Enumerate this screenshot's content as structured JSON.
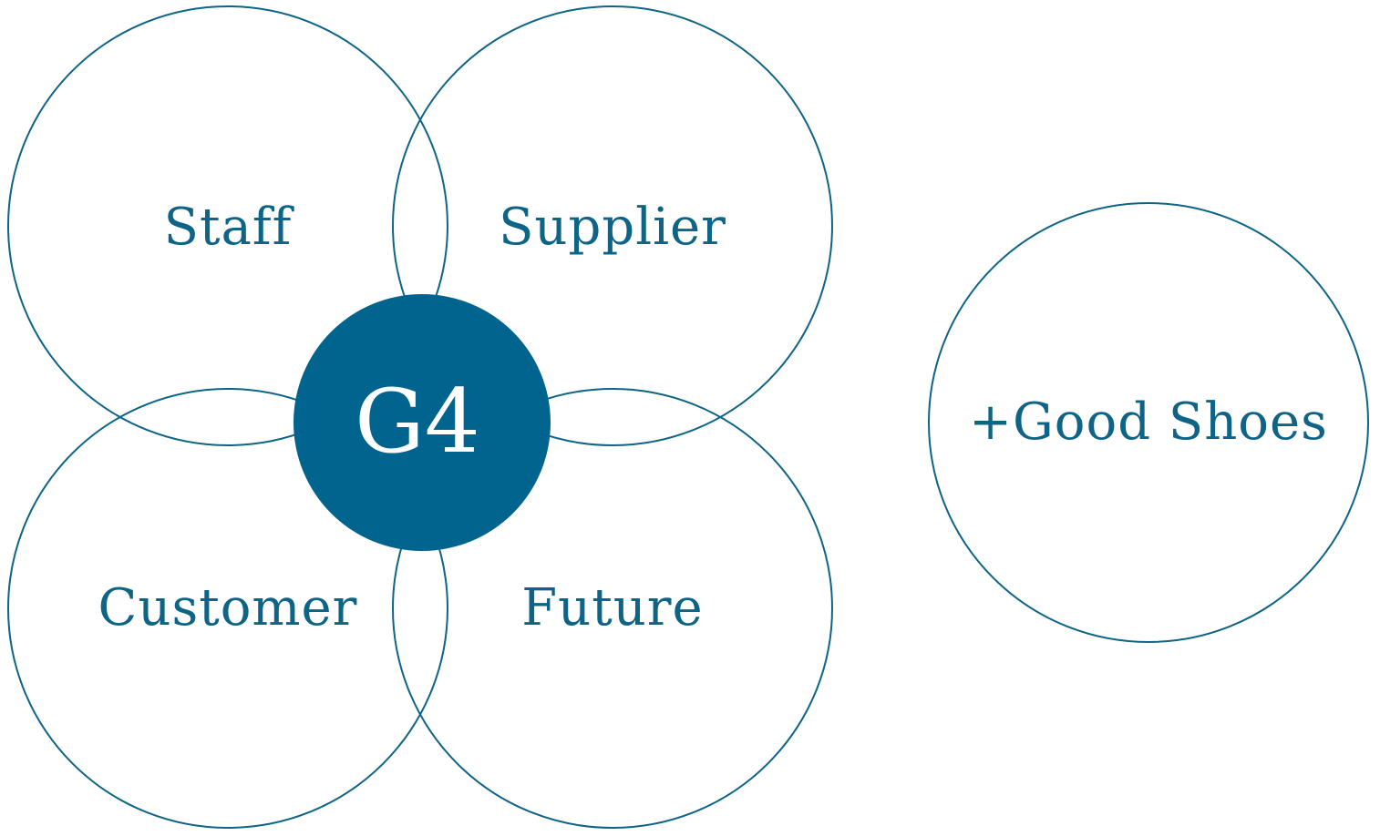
{
  "colors": {
    "stroke": "#0e6487",
    "text": "#0e6487",
    "center_fill": "#00648f",
    "center_text": "#ffffff",
    "background": "#ffffff"
  },
  "circles": {
    "staff": "Staff",
    "supplier": "Supplier",
    "customer": "Customer",
    "future": "Future"
  },
  "center": {
    "label": "G4"
  },
  "extra": {
    "label": "+Good Shoes"
  }
}
